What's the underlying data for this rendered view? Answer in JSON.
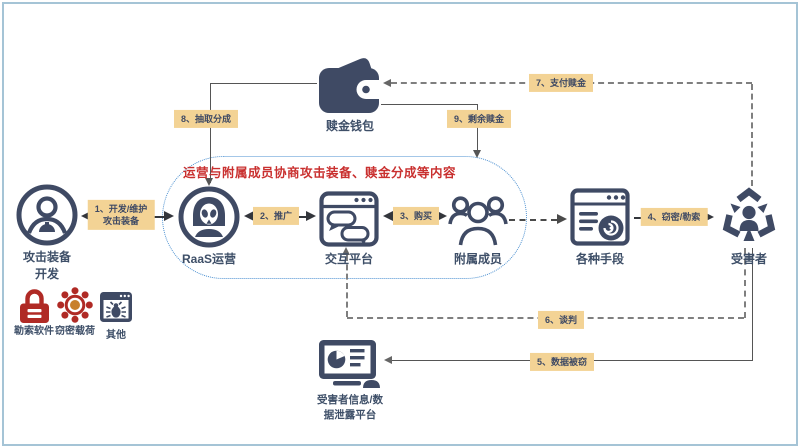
{
  "annotation": "运营与附属成员协商攻击装备、赎金分成等内容",
  "nodes": {
    "wallet": {
      "label": "赎金钱包",
      "icon": "wallet-icon"
    },
    "developer": {
      "line1": "攻击装备",
      "line2": "开发",
      "icon": "developer-person-icon"
    },
    "raas": {
      "label": "RaaS运营",
      "icon": "hooded-hacker-icon"
    },
    "platform": {
      "label": "交互平台",
      "icon": "chat-window-icon"
    },
    "affiliates": {
      "label": "附属成员",
      "icon": "people-group-icon"
    },
    "methods": {
      "label": "各种手段",
      "icon": "browser-scan-icon"
    },
    "victim": {
      "label": "受害者",
      "icon": "person-under-attack-icon"
    },
    "leak": {
      "line1": "受害者信息/数",
      "line2": "据泄露平台",
      "icon": "monitor-stats-icon"
    },
    "ransomware": {
      "label": "勒索软件",
      "icon": "red-lock-icon"
    },
    "stealer": {
      "label": "窃密载荷",
      "icon": "red-virus-icon"
    },
    "other": {
      "label": "其他",
      "icon": "bug-window-icon"
    }
  },
  "flows": {
    "develop": {
      "line1": "1、开发/维护",
      "line2": "攻击装备"
    },
    "promote": {
      "label": "2、推广"
    },
    "purchase": {
      "label": "3、购买"
    },
    "extort": {
      "label": "4、窃密/勒索"
    },
    "data_theft": {
      "label": "5、数据被窃"
    },
    "negotiate": {
      "label": "6、谈判"
    },
    "pay_ransom": {
      "label": "7、支付赎金"
    },
    "commission": {
      "label": "8、抽取分成"
    },
    "remaining": {
      "label": "9、剩余赎金"
    }
  },
  "colors": {
    "icon_ink": "#3f4a64",
    "flow_label_bg": "#f3d395",
    "annotation_red": "#c9302f",
    "red_icon": "#b02a25",
    "virus_center": "#c8802a",
    "ellipse_border": "#4a8fd0",
    "frame_border": "#a5c4d6"
  }
}
